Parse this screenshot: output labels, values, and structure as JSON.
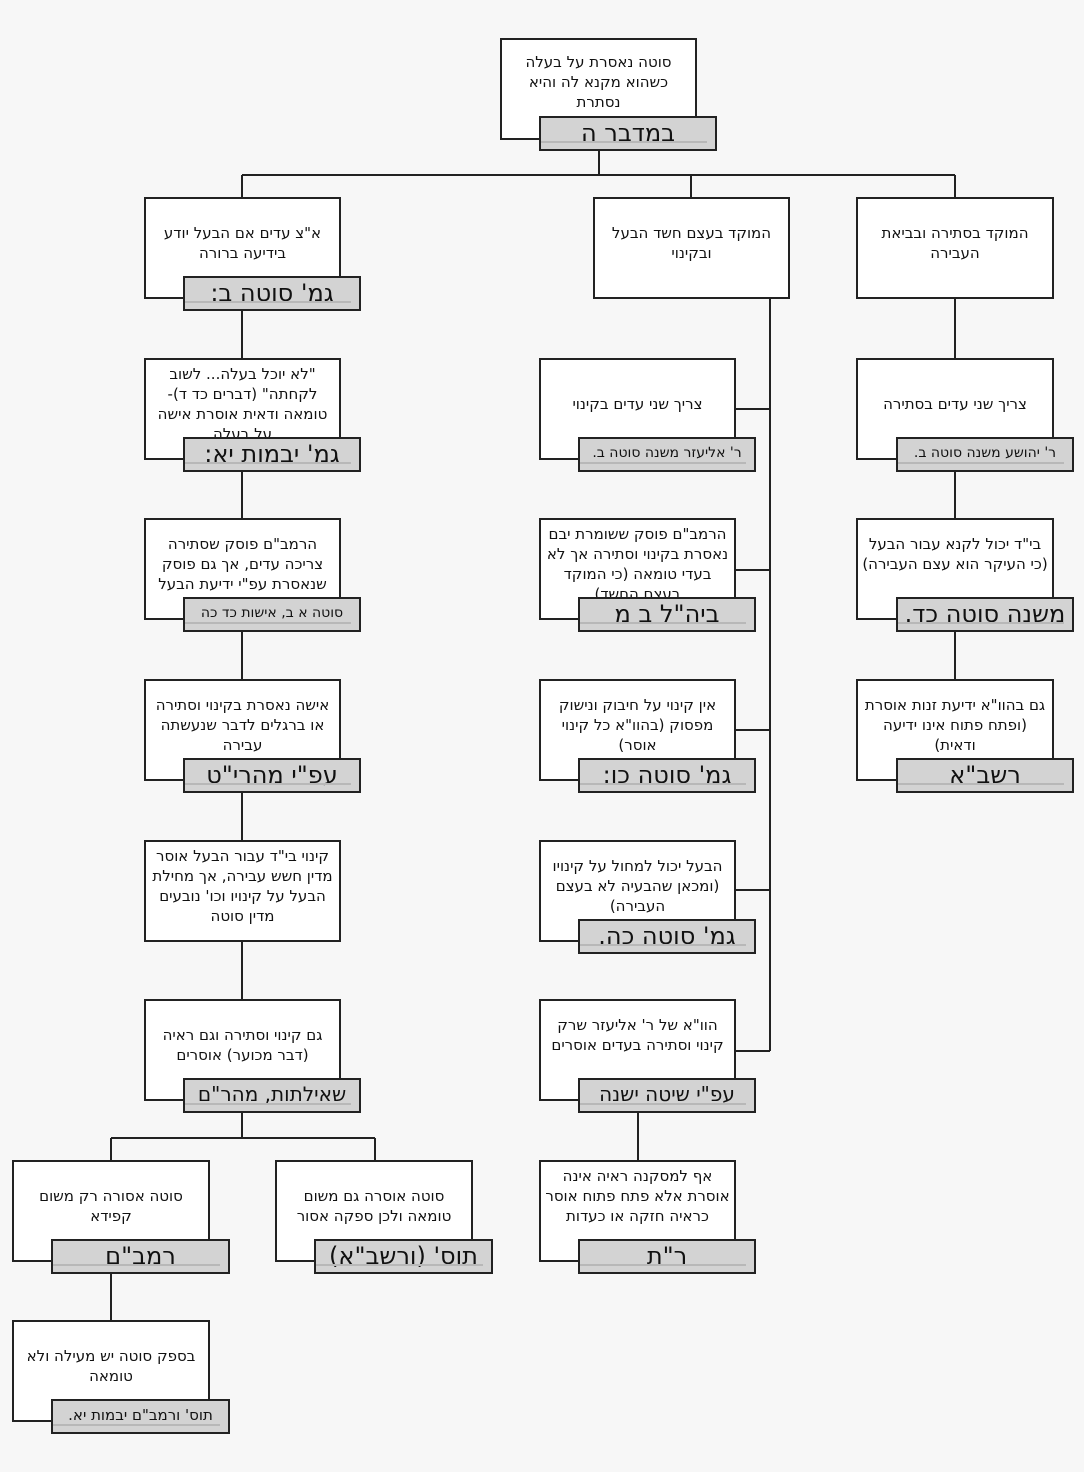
{
  "root": {
    "text": "סוטה נאסרת על בעלה כשהוא מקנא לה והיא נסתרת",
    "source": "במדבר ה"
  },
  "left_branch": {
    "header": {
      "text": "א\"צ עדים אם הבעל יודע בידיעה ברורה",
      "source": "גמ' סוטה ב:"
    },
    "n1": {
      "text": "\"לא יוכל בעלה... לשוב לקחתה\" (דברים כד ד)- טומאה ודאית אוסרת אישה על בעלה",
      "source": "גמ' יבמות יא:"
    },
    "n2": {
      "text": "הרמב\"ם פוסק שסתירה צריכה עדים, אך גם פוסק שנאסרת עפ\"י ידיעת הבעל",
      "source": "סוטה א ב, אישות כד כה"
    },
    "n3": {
      "text": "אישה נאסרת בקינוי וסתירה או ברגלים לדבר שנעשתה עבירה",
      "source": "עפ\"י מהרי\"ט"
    },
    "n4": {
      "text": "קינוי בי\"ד עבור הבעל אוסר מדין חשש עבירה, אך מחילת הבעל על קינויו וכו' נובעים מדין סוטה"
    },
    "n5": {
      "text": "גם קינוי וסתירה וגם ראיה (דבר מכוער) אוסרים",
      "source": "שאילתות, מהר\"ם"
    },
    "split_right": {
      "text": "סוטה אוסרה גם משום טומאה ולכן ספקה אסור",
      "source": "תוס' (ורשב\"א)"
    },
    "split_left": {
      "text": "סוטה אסורה רק משום קפידא",
      "source": "רמב\"ם"
    },
    "n6": {
      "text": "בספק סוטה יש מעילה ולא טומאה",
      "source": "תוס' ורמב\"ם יבמות יא."
    }
  },
  "middle_branch": {
    "header": {
      "text": "המוקד בעצם חשד הבעל ובקינוי"
    },
    "n1": {
      "text": "צריך שני עדים בקינוי",
      "source": "ר' אליעזר משנה סוטה ב."
    },
    "n2": {
      "text": "הרמב\"ם פוסק ששומרת יבם נאסרת בקינוי וסתירה אך לא בעדי טומאה (כי המוקד בעצם החשד)",
      "source": "ביה\"ל ב מ"
    },
    "n3": {
      "text": "אין קינוי על חיבוק ונישוק מפסוק (בהוו\"א כל קינוי אוסר)",
      "source": "גמ' סוטה כו:"
    },
    "n4": {
      "text": "הבעל יכול למחול על קינויו (ומכאן שהבעיה לא בעצם העבירה)",
      "source": "גמ' סוטה כה."
    },
    "n5": {
      "text": "הוו\"א של ר' אליעזר שרק קינוי וסתירה בעדים אוסרים",
      "source": "עפ\"י שיטה ישנה"
    },
    "n6": {
      "text": "אף למסקנה ראיה אינה אוסרת אלא פתח פתוח אוסר כראיה חזקה או כעדות",
      "source": "ר\"ת"
    }
  },
  "right_branch": {
    "header": {
      "text": "המוקד בסתירה ובביאת העבירה"
    },
    "n1": {
      "text": "צריך שני עדים בסתירה",
      "source": "ר' יהושע משנה סוטה ב."
    },
    "n2": {
      "text": "בי\"ד יכול לקנא עבור הבעל (כי העיקר הוא עצם העבירה)",
      "source": "משנה סוטה כד."
    },
    "n3": {
      "text": "גם בהוו\"א ידיעת זנות אוסרת (ופתח פתוח אינו ידיעה ודאית)",
      "source": "רשב\"א"
    }
  }
}
